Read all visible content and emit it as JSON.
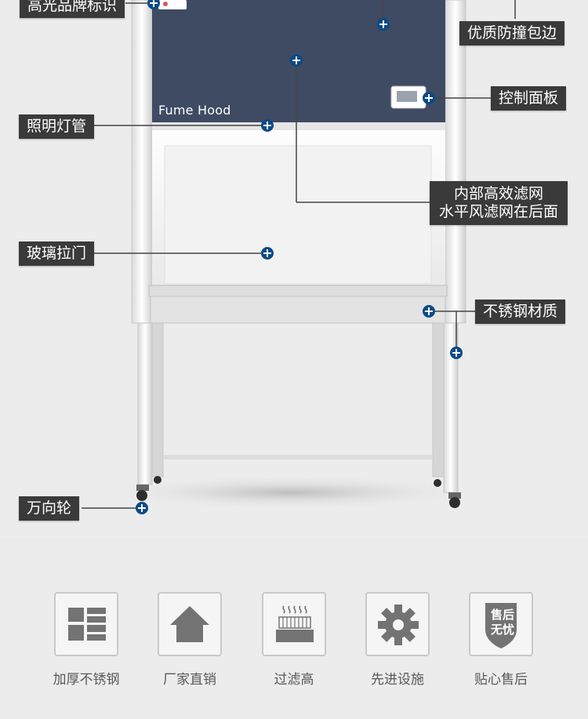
{
  "callouts": {
    "brand_logo": "高光品牌标识",
    "bumper": "优质防撞包边",
    "control_panel": "控制面板",
    "lighting": "照明灯管",
    "filter_line1": "内部高效滤网",
    "filter_line2": "水平风滤网在后面",
    "glass_door": "玻璃拉门",
    "stainless": "不锈钢材质",
    "casters": "万向轮"
  },
  "cabinet": {
    "brand_text": "Fume Hood"
  },
  "features": [
    {
      "label": "加厚不锈钢",
      "icon": "grid-blocks-icon"
    },
    {
      "label": "厂家直销",
      "icon": "house-icon"
    },
    {
      "label": "过滤高",
      "icon": "filter-heat-icon"
    },
    {
      "label": "先进设施",
      "icon": "gear-icon"
    },
    {
      "label": "贴心售后",
      "icon": "shield-badge-icon",
      "badge_line1": "售后",
      "badge_line2": "无忧"
    }
  ],
  "colors": {
    "background": "#ececec",
    "panel_navy": "#3e4b63",
    "callout_bg": "#3a3a3a",
    "marker_blue": "#0a4a86",
    "icon_gray": "#737373"
  }
}
